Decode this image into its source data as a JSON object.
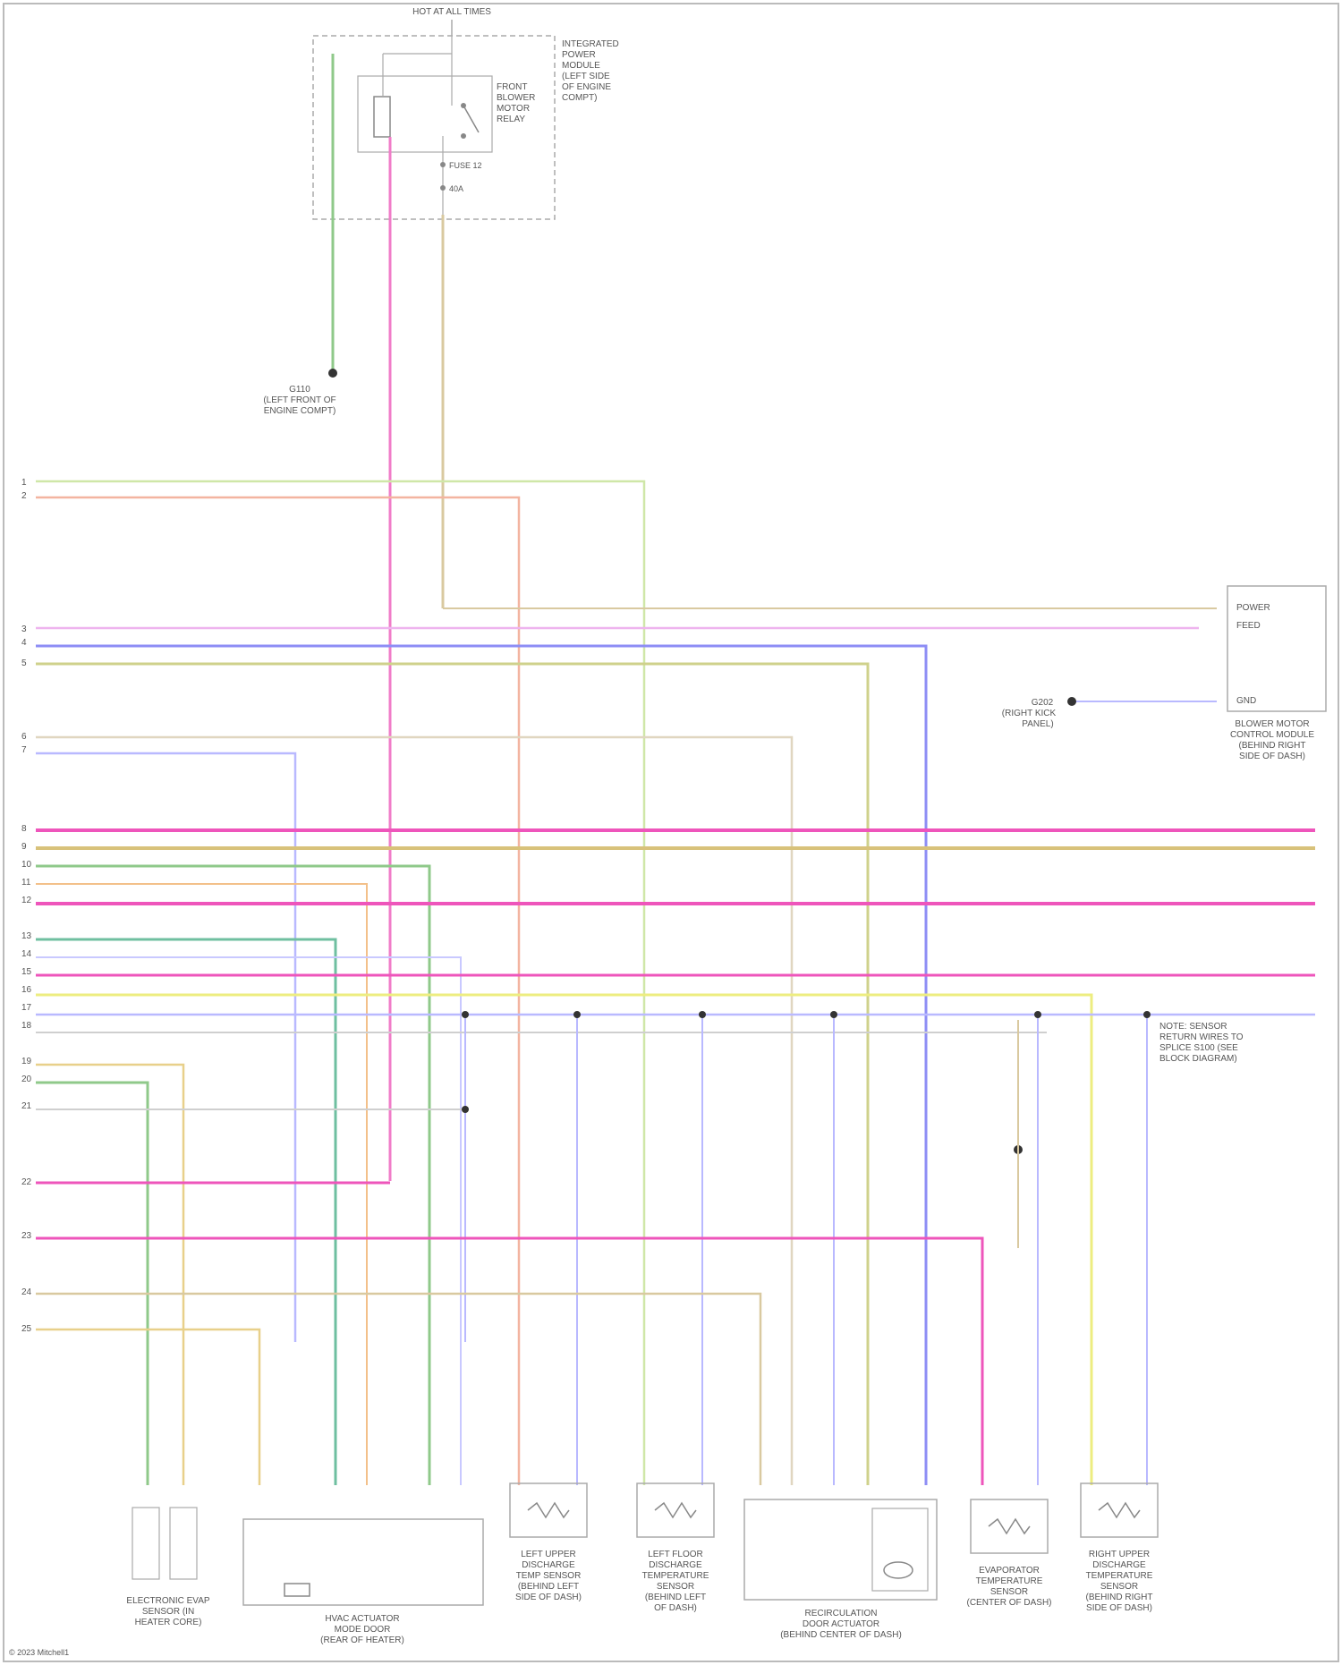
{
  "colors": {
    "border": "#bbbbbb",
    "green": "#8fc98a",
    "pink": "#f07cc8",
    "yellow": "#eded80",
    "blue": "#8d8df5",
    "light_blue": "#b9b9ff",
    "orange": "#f3c08a",
    "tan": "#d9c9a0",
    "magenta": "#ee55bb",
    "olive": "#cfd18b",
    "ink": "#555555"
  },
  "icons": [
    "ground-icon",
    "splice-icon",
    "relay-coil-icon",
    "relay-switch-icon",
    "thermistor-icon",
    "motor-icon"
  ],
  "top": {
    "title": "HOT AT ALL TIMES",
    "pdc_label": [
      "INTEGRATED",
      "POWER",
      "MODULE",
      "(LEFT SIDE",
      "OF ENGINE",
      "COMPT)"
    ],
    "relay_label": [
      "FRONT",
      "BLOWER",
      "MOTOR",
      "RELAY"
    ],
    "fuse_label": "FUSE 12",
    "fuse_amp": "40A",
    "ground_label": [
      "G110",
      "(LEFT FRONT OF",
      "ENGINE COMPT)"
    ]
  },
  "blower": {
    "label": [
      "BLOWER MOTOR",
      "CONTROL MODULE",
      "(BEHIND RIGHT",
      "SIDE OF DASH)"
    ],
    "ground_label": [
      "G202",
      "(RIGHT KICK",
      "PANEL)"
    ],
    "pins": [
      "POWER",
      "FEED",
      "",
      "",
      "",
      "",
      "GND"
    ]
  },
  "left_pins": [
    "1",
    "2",
    "3",
    "4",
    "5",
    "6",
    "7",
    "8",
    "9",
    "10",
    "11",
    "12",
    "13",
    "14",
    "15",
    "16",
    "17",
    "18",
    "19",
    "20",
    "21",
    "22",
    "23",
    "24",
    "25"
  ],
  "bottom_components": [
    {
      "id": "evap",
      "label": [
        "ELECTRONIC EVAP",
        "SENSOR (IN",
        "HEATER CORE)"
      ]
    },
    {
      "id": "actuator",
      "label": [
        "HVAC ACTUATOR",
        "MODE DOOR",
        "(REAR OF HEATER)"
      ]
    },
    {
      "id": "left_panel",
      "label": [
        "LEFT UPPER",
        "DISCHARGE",
        "TEMP SENSOR",
        "(BEHIND LEFT",
        "SIDE OF DASH)"
      ]
    },
    {
      "id": "left_floor",
      "label": [
        "LEFT FLOOR",
        "DISCHARGE",
        "TEMPERATURE",
        "SENSOR",
        "(BEHIND LEFT",
        "OF DASH)"
      ]
    },
    {
      "id": "recirc",
      "label": [
        "RECIRCULATION",
        "DOOR ACTUATOR",
        "(BEHIND CENTER OF DASH)"
      ]
    },
    {
      "id": "compressor",
      "label": [
        "EVAPORATOR",
        "TEMPERATURE",
        "SENSOR",
        "(CENTER OF DASH)"
      ]
    },
    {
      "id": "right_panel",
      "label": [
        "RIGHT UPPER",
        "DISCHARGE",
        "TEMPERATURE",
        "SENSOR",
        "(BEHIND RIGHT",
        "SIDE OF DASH)"
      ]
    }
  ],
  "note": [
    "NOTE: SENSOR",
    "RETURN WIRES TO",
    "SPLICE S100 (SEE",
    "BLOCK DIAGRAM)"
  ],
  "footer": "© 2023 Mitchell1"
}
